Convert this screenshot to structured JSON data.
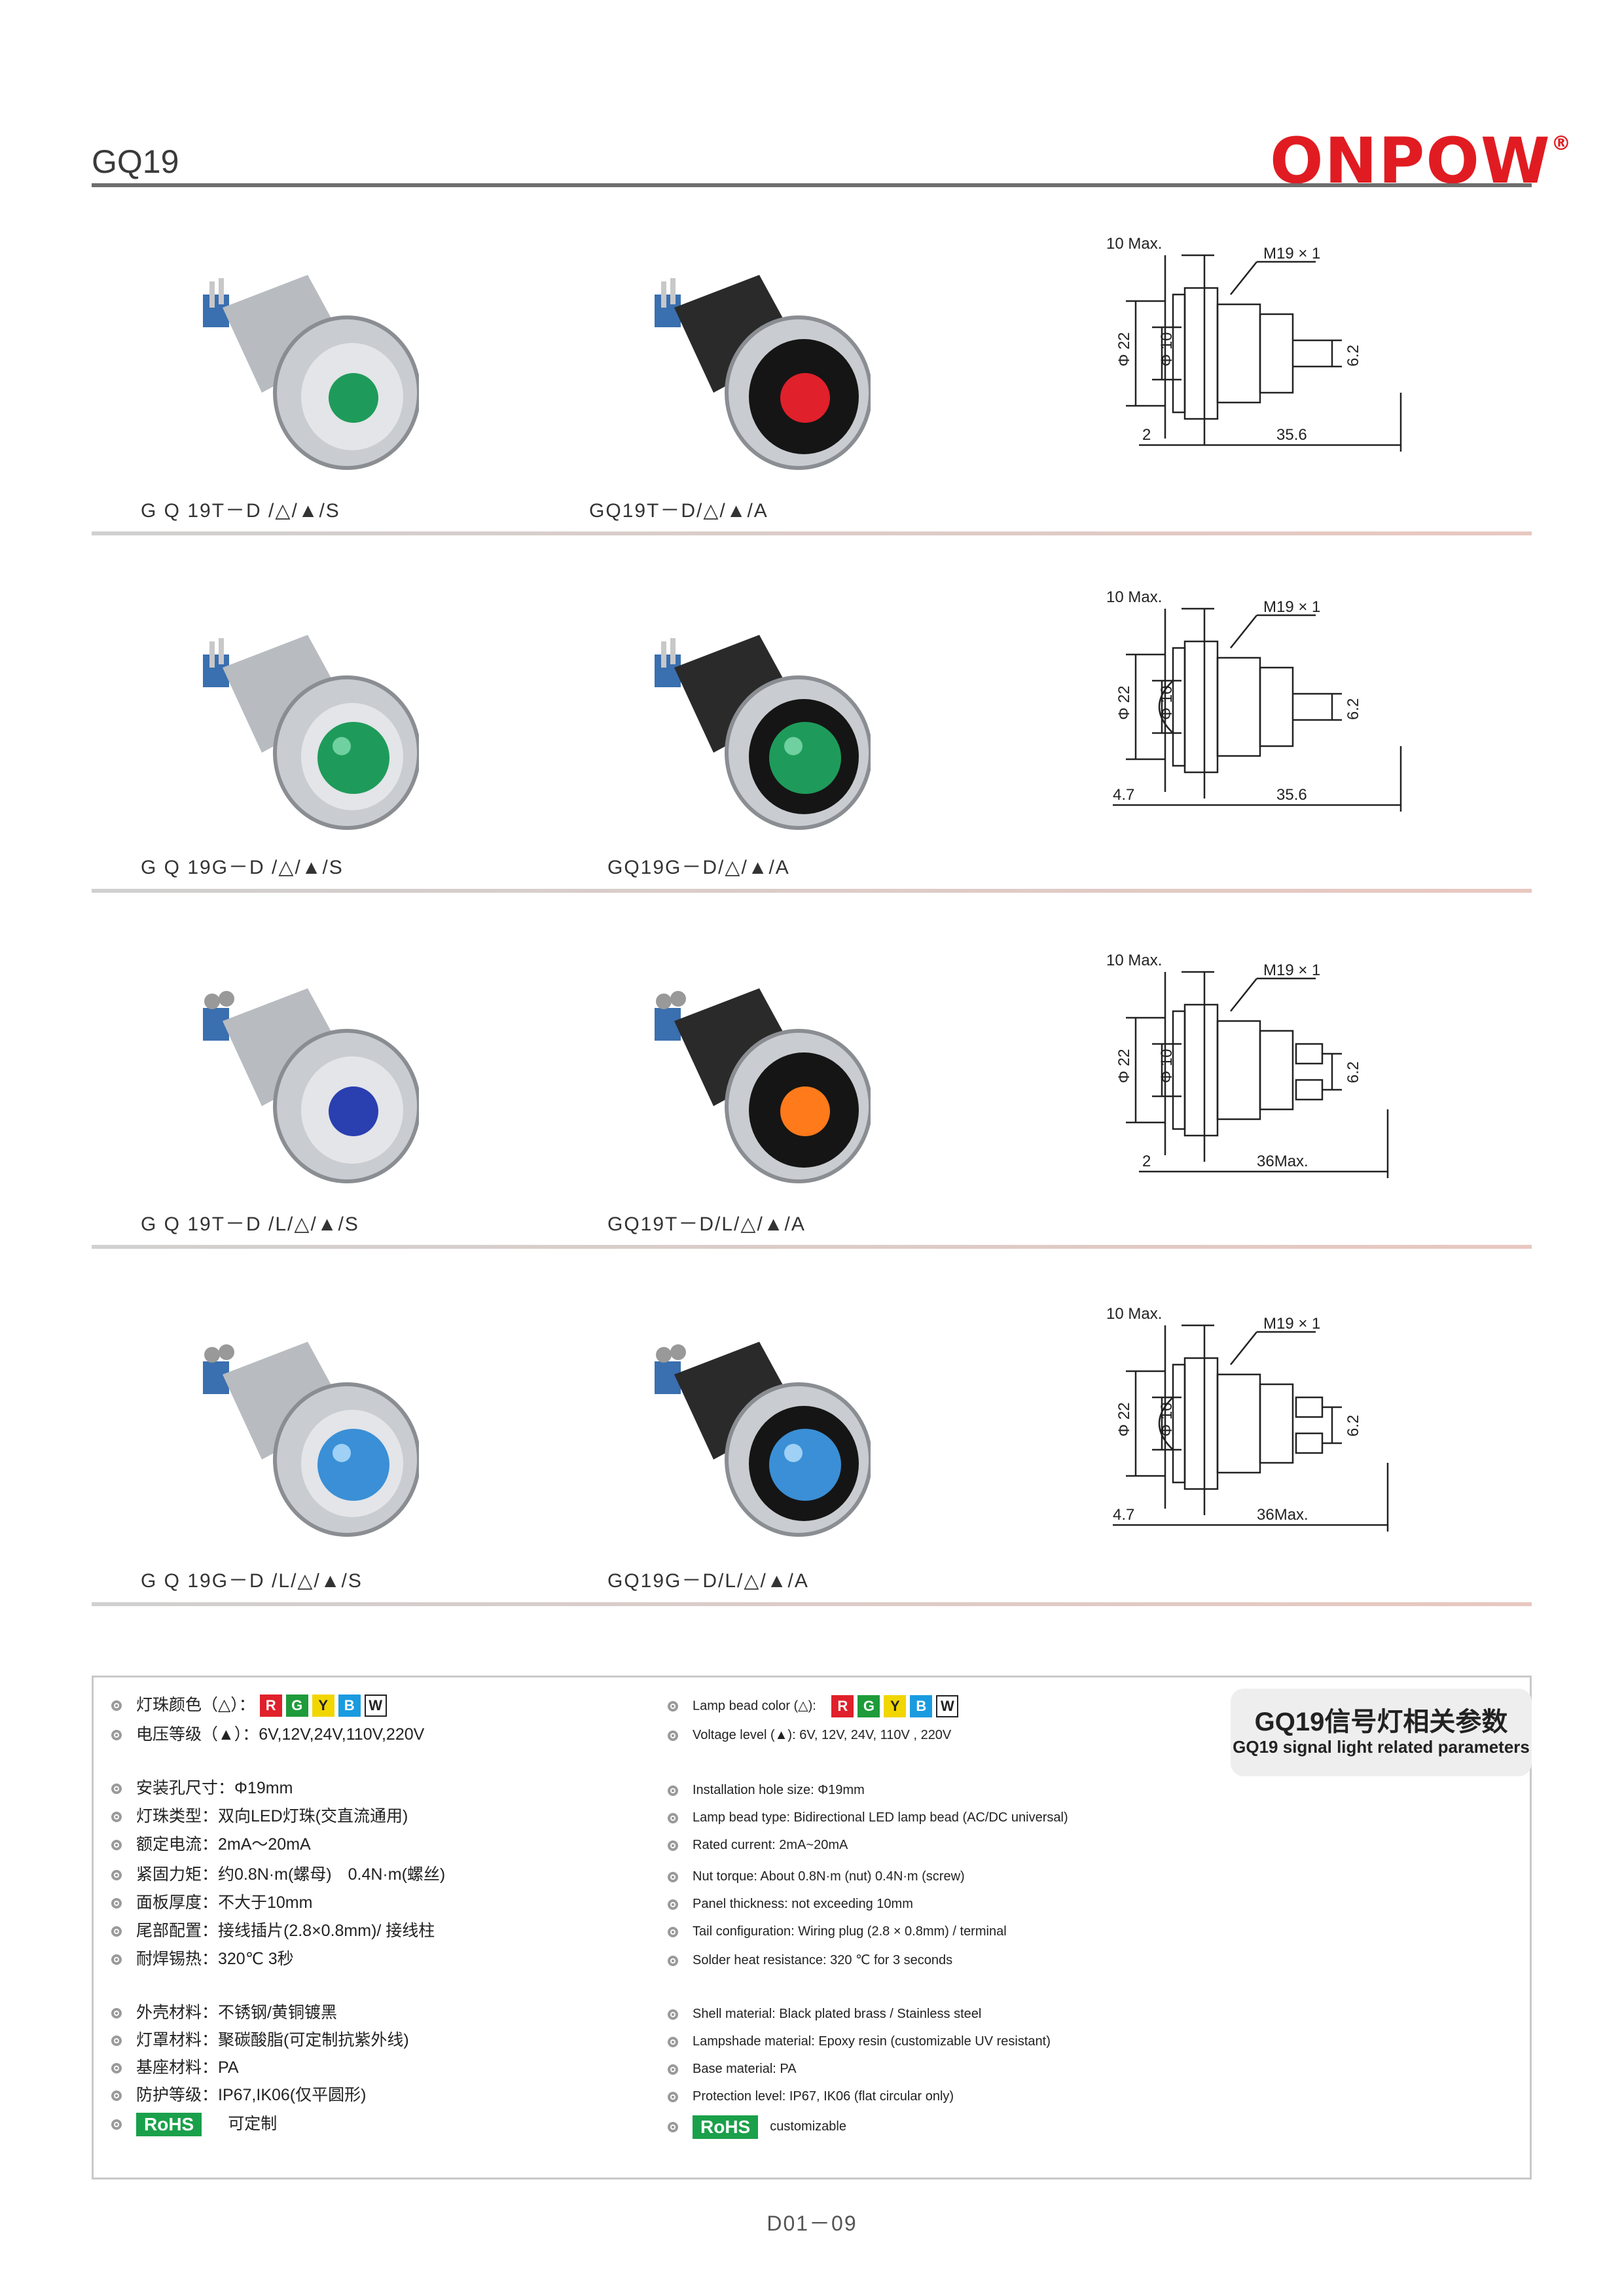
{
  "header": {
    "model": "GQ19",
    "brand": "ONPOW",
    "registered": "®"
  },
  "colors": {
    "brand_red": "#e01c22",
    "green_lens": "#1e9b5a",
    "red_lens": "#e0202a",
    "blue_lens": "#2a3fb0",
    "orange_lens": "#ff7a1a",
    "light_blue_lens": "#3a8fd6",
    "rohs_green": "#1aa04a"
  },
  "rows": [
    {
      "captions": [
        "G Q 19T－D /△/▲/S",
        "GQ19T－D/△/▲/A"
      ],
      "drawing": {
        "max": "10 Max.",
        "thread": "M19 × 1",
        "d1": "Φ 22",
        "d2": "Φ 10",
        "pin": "6.2",
        "front": "2",
        "length": "35.6"
      }
    },
    {
      "captions": [
        "G Q 19G－D /△/▲/S",
        "GQ19G－D/△/▲/A"
      ],
      "drawing": {
        "max": "10 Max.",
        "thread": "M19 × 1",
        "d1": "Φ 22",
        "d2": "Φ 10",
        "pin": "6.2",
        "front": "4.7",
        "length": "35.6"
      }
    },
    {
      "captions": [
        "G Q 19T－D /L/△/▲/S",
        "GQ19T－D/L/△/▲/A"
      ],
      "drawing": {
        "max": "10 Max.",
        "thread": "M19 × 1",
        "d1": "Φ 22",
        "d2": "Φ 10",
        "pin": "6.2",
        "front": "2",
        "length": "36Max."
      }
    },
    {
      "captions": [
        "G Q 19G－D /L/△/▲/S",
        "GQ19G－D/L/△/▲/A"
      ],
      "drawing": {
        "max": "10 Max.",
        "thread": "M19 × 1",
        "d1": "Φ 22",
        "d2": "Φ 10",
        "pin": "6.2",
        "front": "4.7",
        "length": "36Max."
      }
    }
  ],
  "bead_colors": [
    "R",
    "G",
    "Y",
    "B",
    "W"
  ],
  "specs_cn": {
    "color_label": "灯珠颜色（△）：",
    "voltage": "电压等级（▲）：6V,12V,24V,110V,220V",
    "group1": [
      "安装孔尺寸：Φ19mm",
      "灯珠类型：双向LED灯珠(交直流通用)",
      "额定电流：2mA～20mA",
      "紧固力矩：约0.8N·m(螺母)　0.4N·m(螺丝)",
      "面板厚度：不大于10mm",
      "尾部配置：接线插片(2.8×0.8mm)/ 接线柱",
      "耐焊锡热：320℃ 3秒"
    ],
    "group2": [
      "外壳材料：不锈钢/黄铜镀黑",
      "灯罩材料：聚碳酸脂(可定制抗紫外线)",
      "基座材料：PA",
      "防护等级：IP67,IK06(仅平圆形)"
    ],
    "rohs": "RoHS",
    "rohs_note": "可定制"
  },
  "specs_en": {
    "color_label": "Lamp bead color (△):",
    "voltage": "Voltage level (▲): 6V, 12V, 24V, 110V , 220V",
    "group1": [
      "Installation hole size: Φ19mm",
      "Lamp bead type: Bidirectional LED lamp bead (AC/DC universal)",
      "Rated current: 2mA~20mA",
      "Nut torque: About 0.8N·m (nut) 0.4N·m (screw)",
      "Panel thickness: not exceeding 10mm",
      "Tail configuration: Wiring plug (2.8 × 0.8mm) / terminal",
      "Solder heat resistance: 320 ℃ for 3 seconds"
    ],
    "group2": [
      "Shell material: Black plated brass / Stainless steel",
      "Lampshade material: Epoxy resin (customizable UV resistant)",
      "Base material: PA",
      "Protection level: IP67, IK06 (flat circular only)"
    ],
    "rohs": "RoHS",
    "rohs_note": "customizable"
  },
  "params_title_cn": "GQ19信号灯相关参数",
  "params_title_en": "GQ19 signal light related parameters",
  "page_number": "D01－09"
}
